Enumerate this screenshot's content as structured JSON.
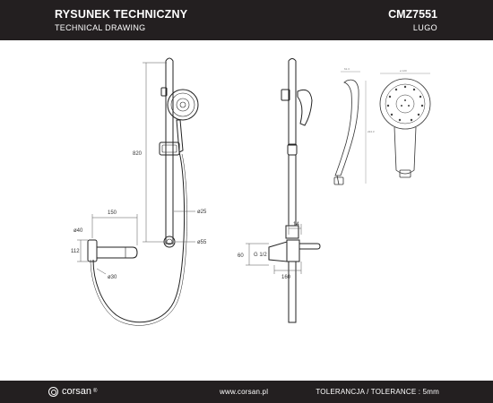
{
  "header": {
    "title_pl": "RYSUNEK TECHNICZNY",
    "title_en": "TECHNICAL DRAWING",
    "product_code": "CMZ7551",
    "product_name": "LUGO"
  },
  "footer": {
    "logo_text": "corsan",
    "logo_reg": "®",
    "website": "www.corsan.pl",
    "tolerance": "TOLERANCJA / TOLERANCE : 5mm"
  },
  "dimensions": {
    "front": {
      "rail_height": "820",
      "arm_length": "150",
      "outlet_diameter": "ø40",
      "outlet_height": "112",
      "hose_diameter": "ø30",
      "rail_diameter": "ø25",
      "bracket_diameter": "ø55"
    },
    "side": {
      "wall_offset": "14",
      "inlet_height": "60",
      "thread": "G 1/2",
      "depth": "160"
    },
    "head_side": {
      "width": "61.3",
      "length": "224.3"
    },
    "head_front": {
      "diameter": "ø 120"
    }
  },
  "colors": {
    "bar": "#231f20",
    "line": "#222222",
    "dim_line": "#555555"
  }
}
